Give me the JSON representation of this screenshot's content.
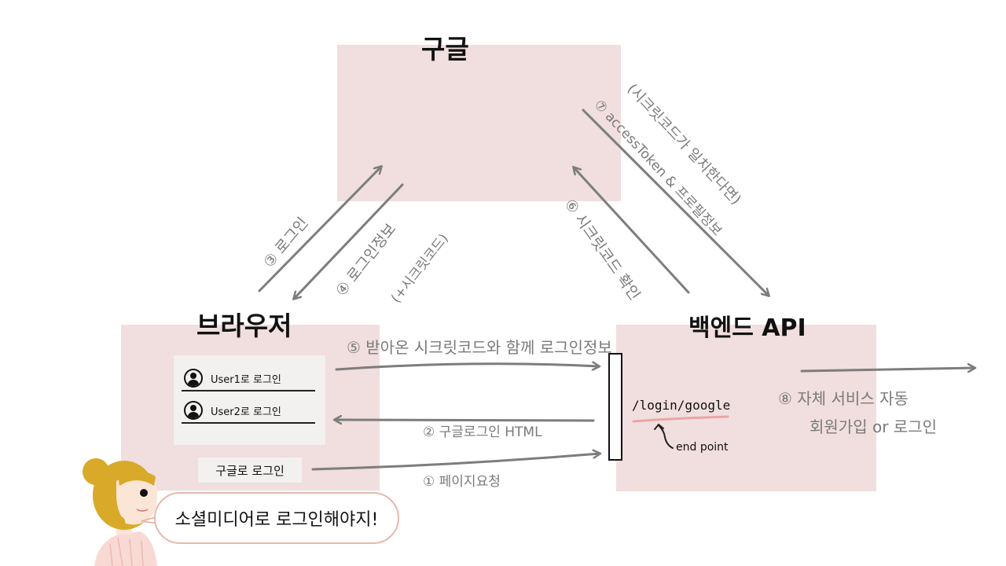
{
  "boxes": {
    "google": {
      "title": "구글"
    },
    "browser": {
      "title": "브라우저"
    },
    "backend": {
      "title": "백엔드 API"
    }
  },
  "browser": {
    "login_options": [
      {
        "label": "User1로 로그인",
        "icon": "avatar-icon"
      },
      {
        "label": "User2로 로그인",
        "icon": "avatar-icon"
      }
    ],
    "google_login_button": "구글로 로그인"
  },
  "backend": {
    "endpoint_path": "/login/google",
    "endpoint_label": "end point"
  },
  "steps": {
    "step1": "① 페이지요청",
    "step2": "② 구글로그인 HTML",
    "step3": "③ 로그인",
    "step4": "④ 로그인정보",
    "step4_sub": "(+시크릿코드)",
    "step5": "⑤ 받아온 시크릿코드와 함께 로그인정보",
    "step6": "⑥ 시크릿코드 확인",
    "step7_line1": "(시크릿코드가 일치한다면)",
    "step7_line2": "⑦ accessToken & 프로필정보",
    "step8_line1": "⑧ 자체 서비스 자동",
    "step8_line2": "회원가입 or 로그인"
  },
  "character": {
    "speech": "소셜미디어로 로그인해야지!"
  },
  "colors": {
    "box_fill": "#f1dede",
    "arrow": "#7d7d7d",
    "endpoint_underline": "#e8a6a6",
    "hair": "#d9a929",
    "skin": "#fbe5d6",
    "speech_border": "#e7b9ac"
  }
}
